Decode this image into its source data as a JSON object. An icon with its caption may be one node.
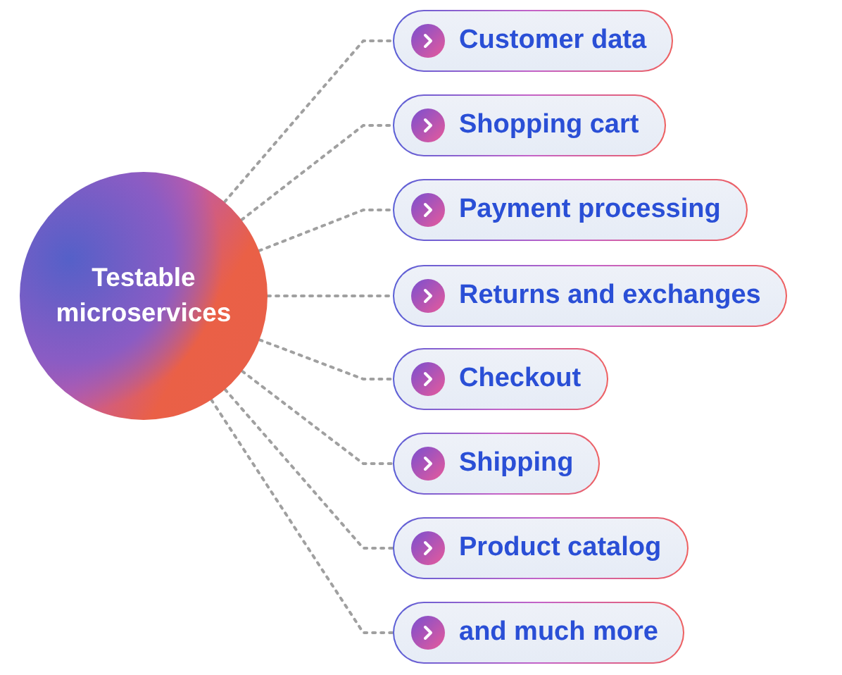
{
  "diagram": {
    "nodes": [
      {
        "text": [
          "Testable microservices"
        ]
      },
      {
        "text": [
          "Customer data"
        ]
      },
      {
        "text": [
          "Shopping cart"
        ]
      },
      {
        "text": [
          "Payment processing"
        ]
      },
      {
        "text": [
          "Returns and exchanges"
        ]
      },
      {
        "text": [
          "Checkout"
        ]
      },
      {
        "text": [
          "Shipping"
        ]
      },
      {
        "text": [
          "Product catalog"
        ]
      },
      {
        "text": [
          "and much more"
        ]
      }
    ],
    "edges": [
      {
        "from": 0,
        "to": 1,
        "arrow": "none",
        "style": "dashed"
      },
      {
        "from": 0,
        "to": 2,
        "arrow": "none",
        "style": "dashed"
      },
      {
        "from": 0,
        "to": 3,
        "arrow": "none",
        "style": "dashed"
      },
      {
        "from": 0,
        "to": 4,
        "arrow": "none",
        "style": "dashed"
      },
      {
        "from": 0,
        "to": 5,
        "arrow": "none",
        "style": "dashed"
      },
      {
        "from": 0,
        "to": 6,
        "arrow": "none",
        "style": "dashed"
      },
      {
        "from": 0,
        "to": 7,
        "arrow": "none",
        "style": "dashed"
      },
      {
        "from": 0,
        "to": 8,
        "arrow": "none",
        "style": "dashed"
      }
    ]
  }
}
